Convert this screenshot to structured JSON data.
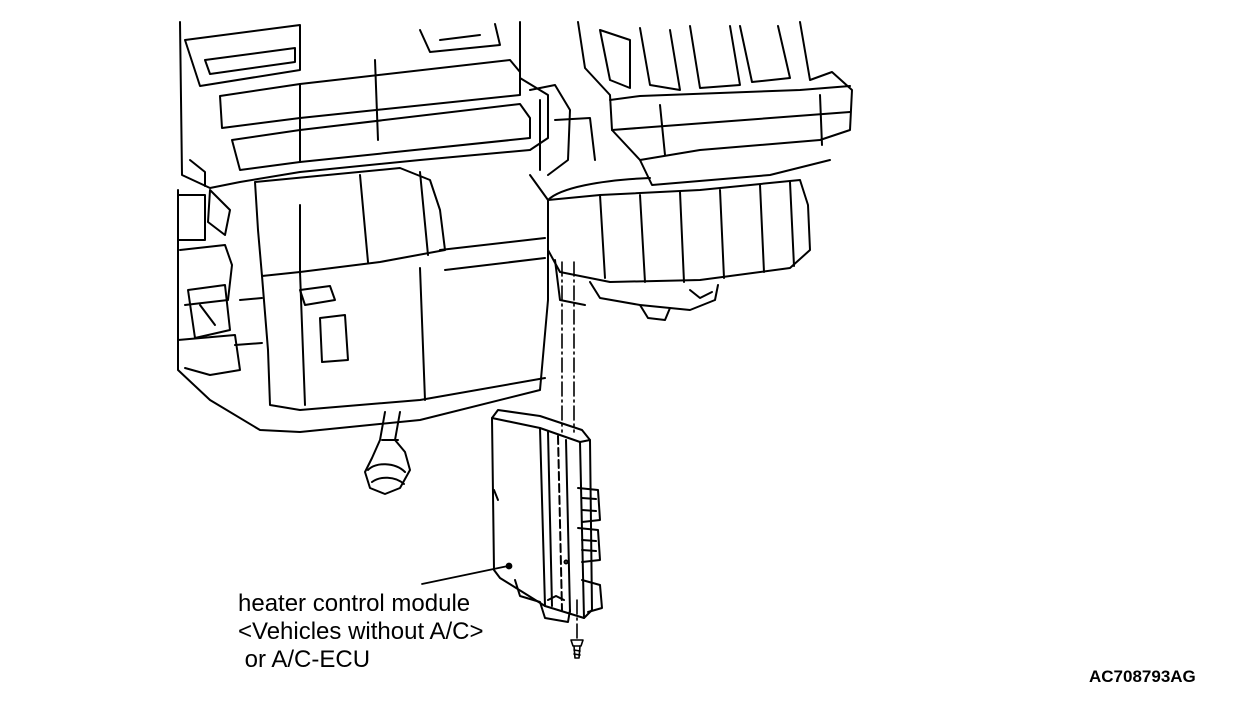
{
  "callout": {
    "line1": "heater control module",
    "line2": "<Vehicles without A/C>",
    "line3": " or A/C-ECU"
  },
  "figure_id": "AC708793AG",
  "colors": {
    "line": "#000000",
    "background": "#ffffff"
  }
}
